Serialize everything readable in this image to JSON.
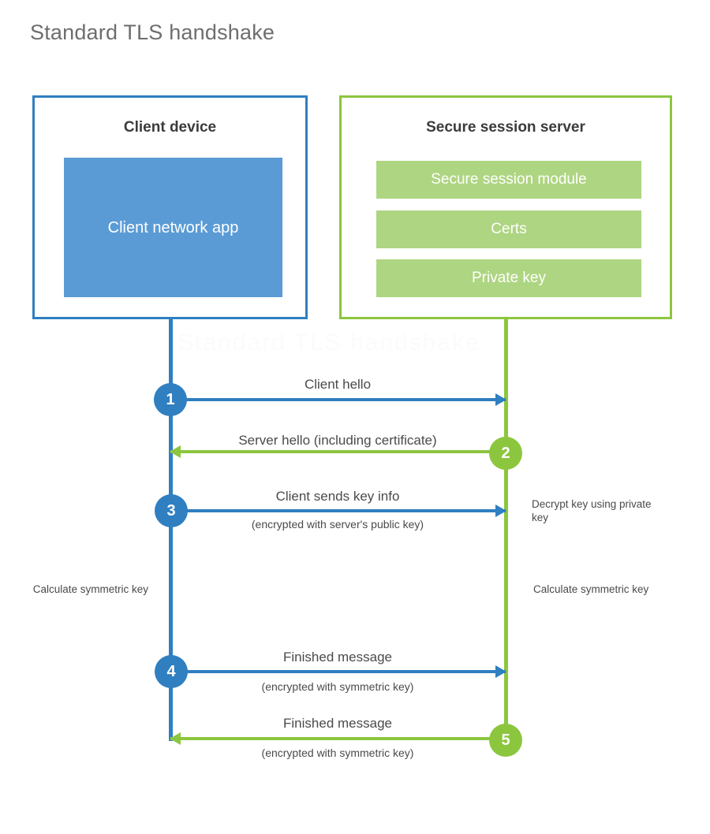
{
  "title": "Standard TLS handshake",
  "parties": {
    "client": {
      "title": "Client device",
      "accent": "#2f7fc1",
      "block": {
        "label": "Client network app",
        "fill": "#5b9bd5"
      }
    },
    "server": {
      "title": "Secure session server",
      "accent": "#8cc63e",
      "bars": [
        {
          "label": "Secure session module",
          "fill": "#aed581"
        },
        {
          "label": "Certs",
          "fill": "#aed581"
        },
        {
          "label": "Private key",
          "fill": "#aed581"
        }
      ]
    }
  },
  "steps": [
    {
      "number": "1",
      "label": "Client hello",
      "sub": "",
      "direction": "client-to-server",
      "color": "#2f7fc1"
    },
    {
      "number": "2",
      "label": "Server hello (including certificate)",
      "sub": "",
      "direction": "server-to-client",
      "color": "#8cc63e"
    },
    {
      "number": "3",
      "label": "Client sends key info",
      "sub": "(encrypted with server's public key)",
      "direction": "client-to-server",
      "color": "#2f7fc1"
    },
    {
      "number": "4",
      "label": "Finished message",
      "sub": "(encrypted with symmetric key)",
      "direction": "client-to-server",
      "color": "#2f7fc1"
    },
    {
      "number": "5",
      "label": "Finished message",
      "sub": "(encrypted with symmetric key)",
      "direction": "server-to-client",
      "color": "#8cc63e"
    }
  ],
  "annotations": {
    "server_decrypt": "Decrypt key using private key",
    "client_calculate": "Calculate symmetric key",
    "server_calculate": "Calculate symmetric key"
  },
  "watermark": "Standard TLS handshake"
}
